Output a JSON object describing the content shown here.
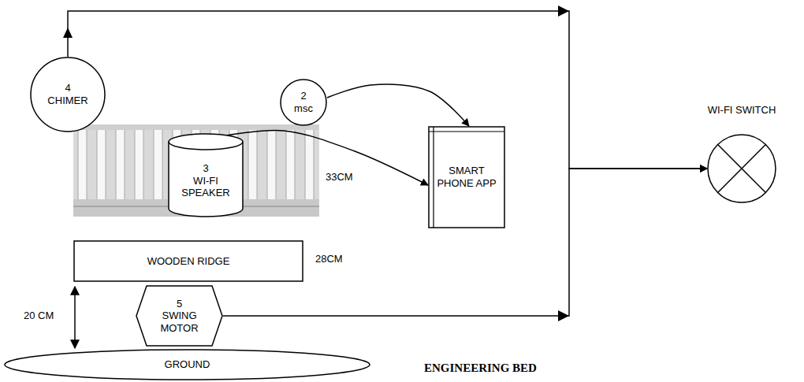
{
  "diagram": {
    "caption": "ENGINEERING BED",
    "nodes": [
      {
        "text": [
          "4",
          "CHIMER"
        ]
      },
      {
        "text": [
          "2",
          "msc"
        ]
      },
      {
        "text": [
          "3",
          "WI-FI SPEAKER"
        ]
      },
      {
        "text": [
          "SMART PHONE APP"
        ]
      },
      {
        "text": [
          "WI-FI SWITCH"
        ]
      },
      {
        "text": [
          "WOODEN RIDGE"
        ]
      },
      {
        "text": [
          "5",
          "SWING MOTOR"
        ]
      },
      {
        "text": [
          "GROUND"
        ]
      }
    ],
    "edges": [
      {
        "from": 0,
        "to": 4,
        "arrow": "to"
      },
      {
        "from": 6,
        "to": 4,
        "arrow": "to"
      },
      {
        "from": 1,
        "to": 3,
        "arrow": "to"
      },
      {
        "from": 2,
        "to": 3,
        "arrow": "to"
      }
    ],
    "labels": [
      "33CM",
      "28CM",
      "20 CM"
    ]
  }
}
